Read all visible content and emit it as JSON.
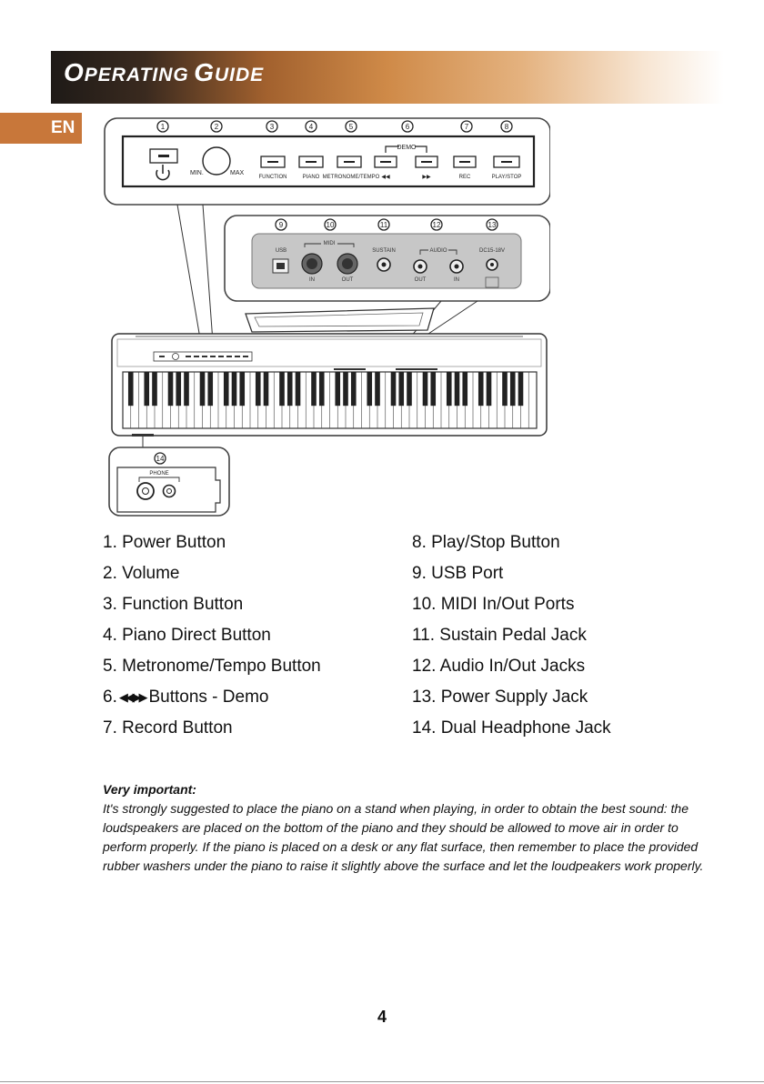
{
  "header": {
    "title_first_initial": "O",
    "title_first_rest": "PERATING",
    "title_second_initial": "G",
    "title_second_rest": "UIDE"
  },
  "lang_tab": "EN",
  "colors": {
    "accent": "#c8773a",
    "header_dark": "#1e1a17"
  },
  "panel": {
    "callouts": [
      "1",
      "2",
      "3",
      "4",
      "5",
      "6",
      "7",
      "8"
    ],
    "volume_min": "MIN.",
    "volume_max": "MAX",
    "function": "FUNCTION",
    "piano": "PIANO",
    "metronome": "METRONOME/TEMPO",
    "demo": "DEMO",
    "rec": "REC",
    "play_stop": "PLAY/STOP",
    "rewind_glyph": "◀◀",
    "forward_glyph": "▶▶"
  },
  "rear": {
    "callouts": [
      "9",
      "10",
      "11",
      "12",
      "13"
    ],
    "usb": "USB",
    "midi": "MIDI",
    "midi_in": "IN",
    "midi_out": "OUT",
    "sustain": "SUSTAIN",
    "audio": "AUDIO",
    "audio_out": "OUT",
    "audio_in": "IN",
    "dc": "DC15-18V"
  },
  "phone": {
    "callout": "14",
    "label": "PHONE"
  },
  "legend_left": [
    "1. Power Button",
    "2. Volume",
    "3. Function Button",
    "4. Piano Direct Button",
    "5. Metronome/Tempo Button",
    "6.",
    "7. Record Button"
  ],
  "legend_left_6_arrows": "◀◀ ▶▶",
  "legend_left_6_rest": "Buttons - Demo",
  "legend_right": [
    "8. Play/Stop Button",
    "9. USB Port",
    "10. MIDI In/Out Ports",
    "11. Sustain Pedal Jack",
    "12. Audio In/Out Jacks",
    "13. Power Supply Jack",
    "14. Dual Headphone Jack"
  ],
  "note": {
    "title": "Very important:",
    "body": "It's strongly suggested to place the piano on a stand when playing, in order to obtain the best sound: the loudspeakers are placed on the bottom of the piano and they should be allowed to move air in order to perform properly. If the piano is placed on a desk or any flat surface, then remember to place the provided rubber washers under the piano to raise it slightly above the surface and let the loudpeakers work properly."
  },
  "page_number": "4"
}
